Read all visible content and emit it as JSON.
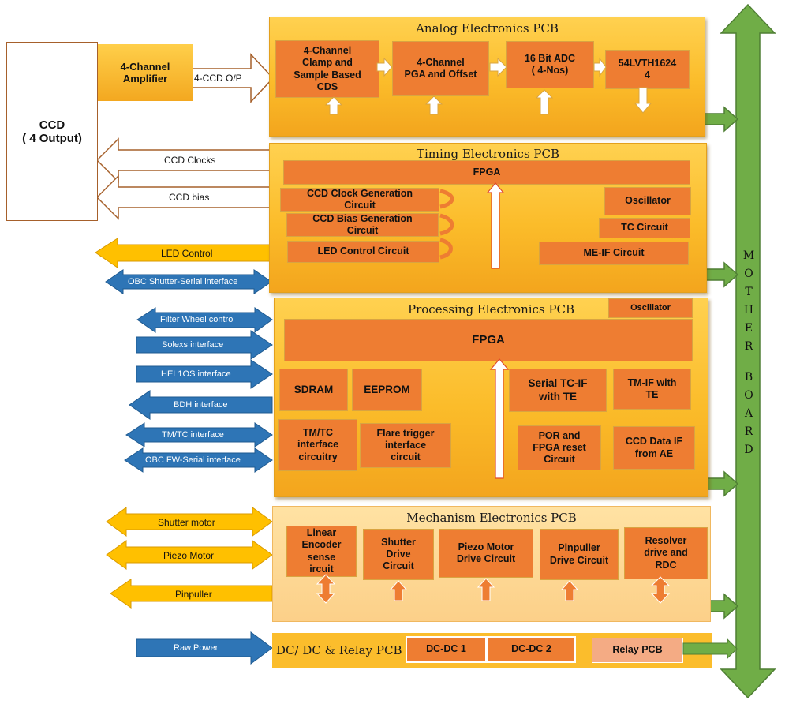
{
  "ccd": {
    "label": "CCD\n( 4 Output)"
  },
  "amplifier": {
    "label": "4-Channel\nAmplifier"
  },
  "ccd_output_label": "4-CCD O/P",
  "ccd_clocks_label": "CCD Clocks",
  "ccd_bias_label": "CCD bias",
  "analog": {
    "title": "Analog Electronics PCB",
    "blocks": [
      "4-Channel\nClamp and\nSample Based\nCDS",
      "4-Channel\nPGA and Offset",
      "16 Bit ADC\n( 4-Nos)",
      "54LVTH1624\n4"
    ]
  },
  "timing": {
    "title": "Timing Electronics PCB",
    "fpga": "FPGA",
    "clock_gen": "CCD Clock Generation\nCircuit",
    "bias_gen": "CCD Bias Generation\nCircuit",
    "led_ctrl": "LED Control Circuit",
    "oscillator": "Oscillator",
    "tc": "TC Circuit",
    "me_if": "ME-IF Circuit"
  },
  "processing": {
    "title": "Processing Electronics PCB",
    "oscillator": "Oscillator",
    "fpga": "FPGA",
    "sdram": "SDRAM",
    "eeprom": "EEPROM",
    "serial_tc": "Serial TC-IF\nwith TE",
    "tm_if": "TM-IF with\nTE",
    "tmtc": "TM/TC\ninterface\ncircuitry",
    "flare": "Flare trigger\ninterface\ncircuit",
    "por": "POR and\nFPGA reset\nCircuit",
    "ccd_data": "CCD Data IF\nfrom AE"
  },
  "mechanism": {
    "title": "Mechanism Electronics PCB",
    "blocks": [
      "Linear\nEncoder\nsense\nircuit",
      "Shutter\nDrive\nCircuit",
      "Piezo Motor\nDrive Circuit",
      "Pinpuller\nDrive Circuit",
      "Resolver\ndrive and\nRDC"
    ]
  },
  "dcdc": {
    "title": "DC/ DC & Relay PCB",
    "dc1": "DC-DC 1",
    "dc2": "DC-DC 2",
    "relay": "Relay PCB",
    "power": "Power"
  },
  "mother_board": {
    "letters": [
      "M",
      "O",
      "T",
      "H",
      "E",
      "R",
      "",
      "B",
      "O",
      "A",
      "R",
      "D"
    ]
  },
  "interfaces": {
    "led_control": "LED Control",
    "obc_shutter": "OBC Shutter-Serial interface",
    "filter_wheel": "Filter Wheel control",
    "solexs": "Solexs  interface",
    "hel1os": "HEL1OS interface",
    "bdh": "BDH interface",
    "tmtc": "TM/TC interface",
    "obc_fw": "OBC FW-Serial interface",
    "shutter_motor": "Shutter motor",
    "piezo_motor": "Piezo Motor",
    "pinpuller": "Pinpuller",
    "raw_power": "Raw Power"
  },
  "colors": {
    "pcb": "#fbbc2a",
    "block": "#ee7d32",
    "bus": "#70ad47",
    "interface": "#2e75b6",
    "external": "#ffc000",
    "ccd_border": "#a6602b"
  }
}
